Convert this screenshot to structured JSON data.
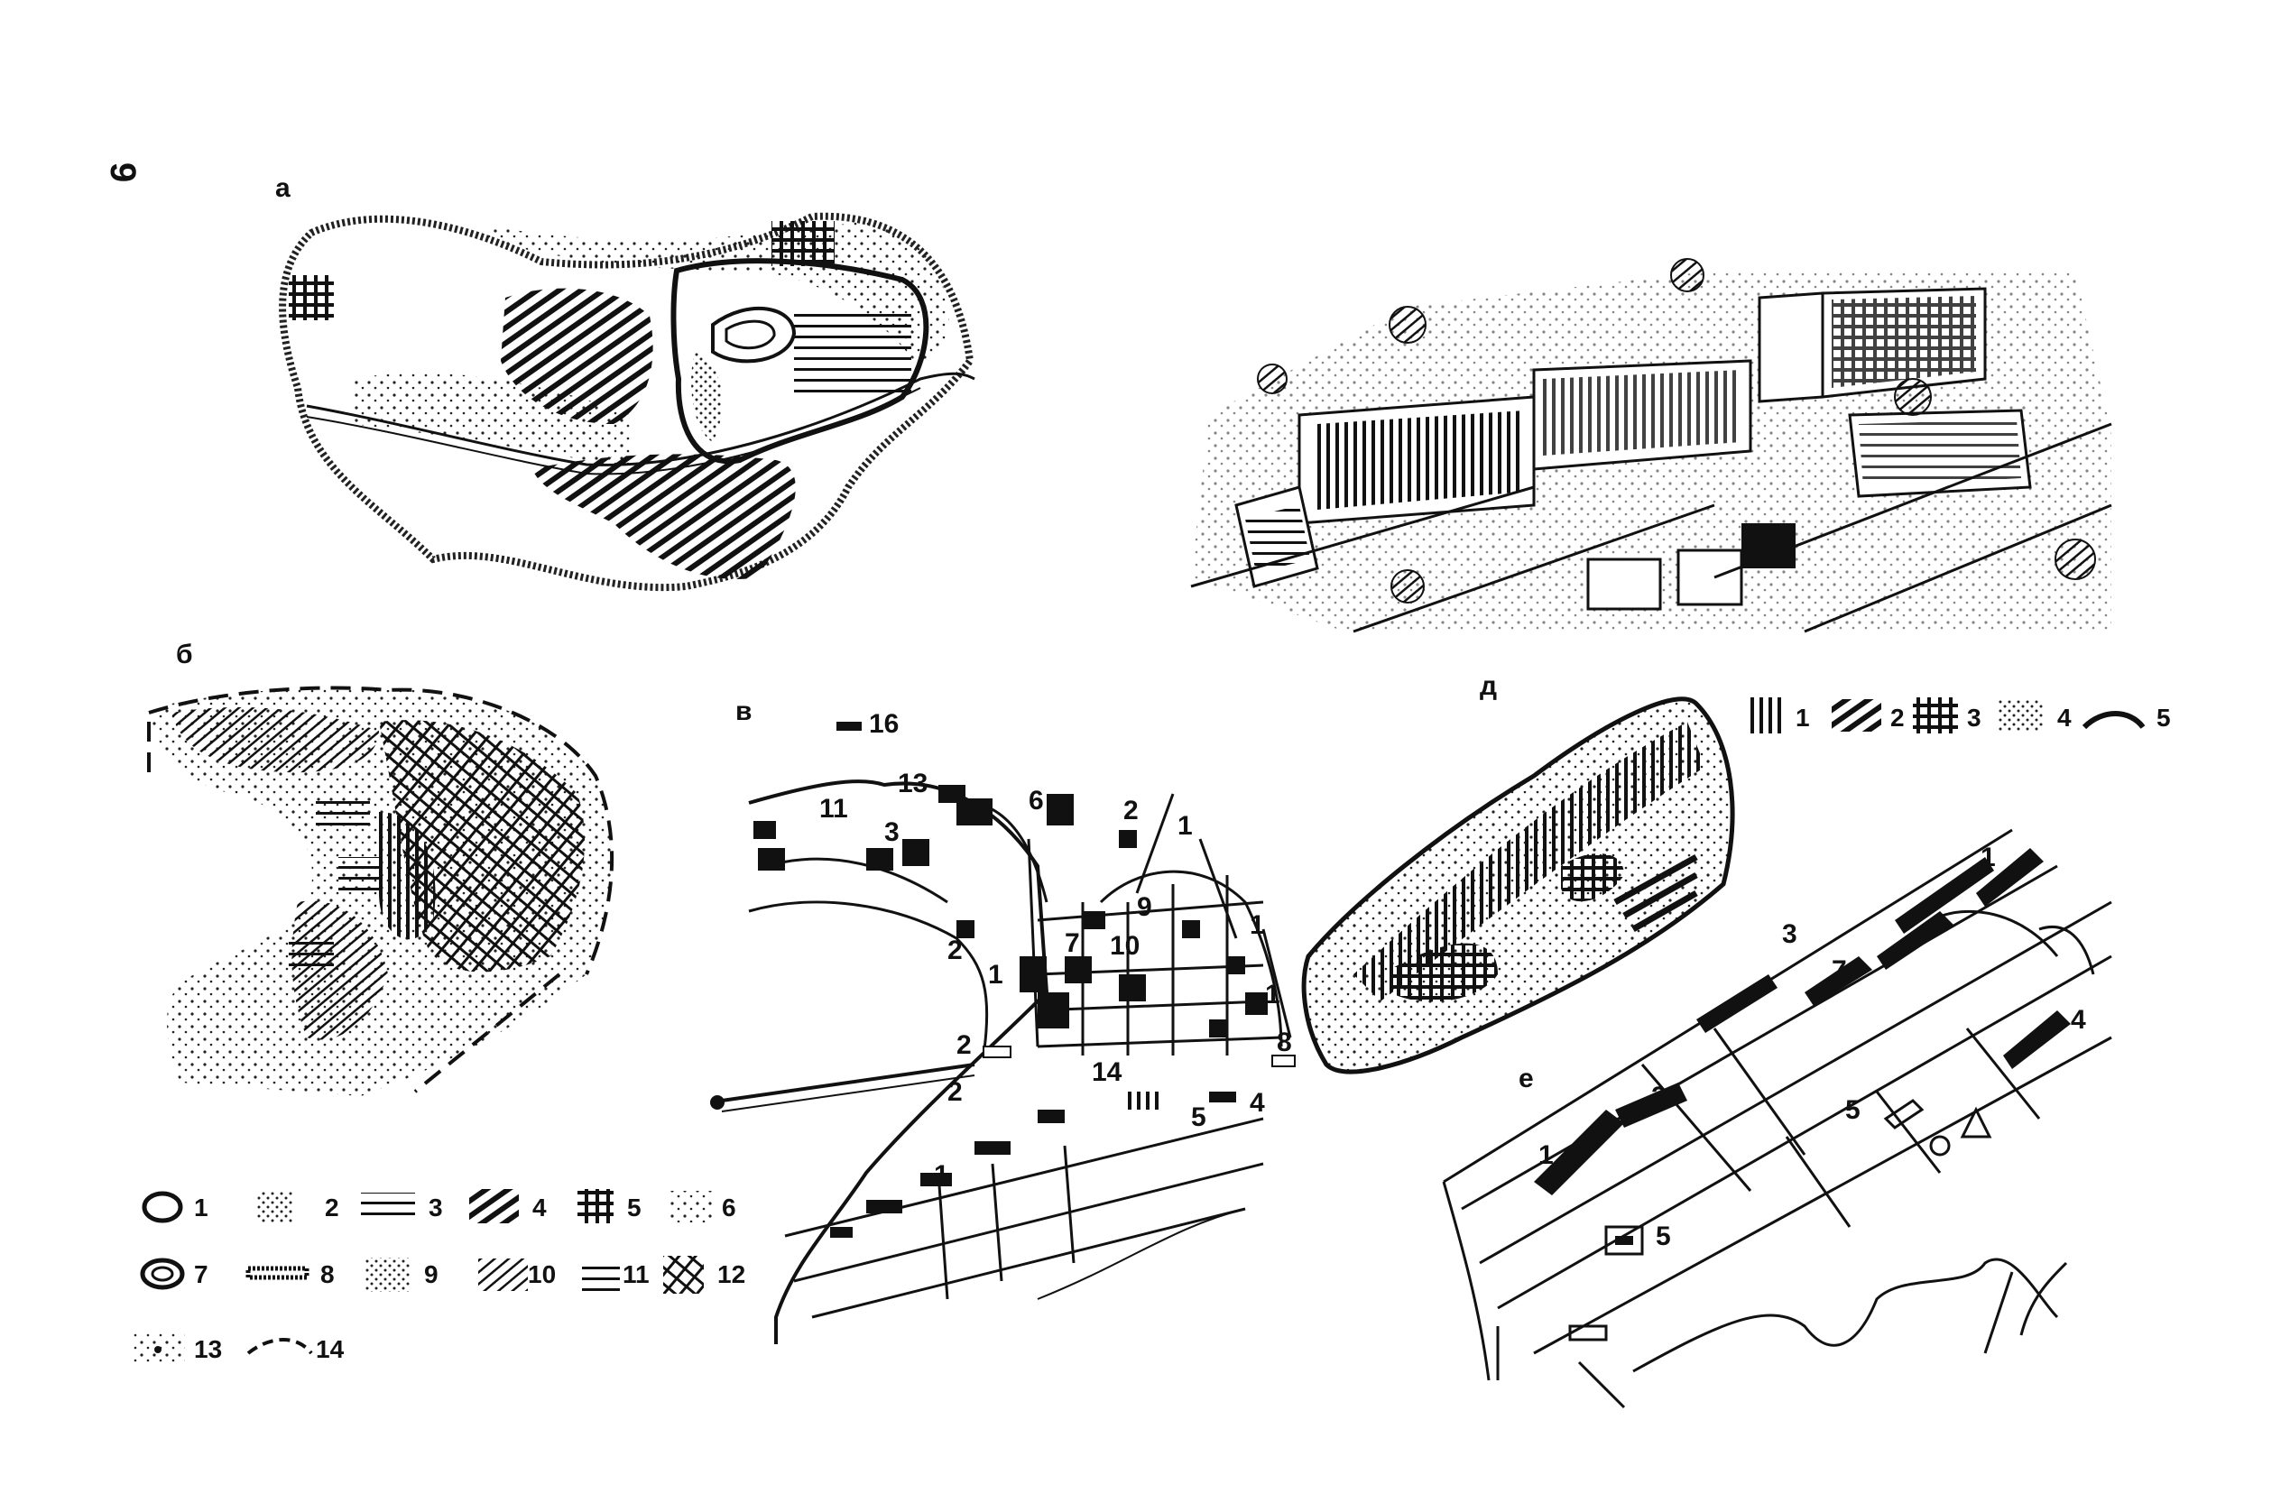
{
  "figure_number": "9",
  "panels": {
    "a": {
      "label": "а"
    },
    "b": {
      "label": "б"
    },
    "v": {
      "label": "в"
    },
    "d": {
      "label": "д"
    },
    "e": {
      "label": "е"
    }
  },
  "legend_main": [
    "1",
    "2",
    "3",
    "4",
    "5",
    "6",
    "7",
    "8",
    "9",
    "10",
    "11",
    "12",
    "13",
    "14"
  ],
  "legend_d": [
    "1",
    "2",
    "3",
    "4",
    "5"
  ],
  "map_v_labels": [
    "16",
    "13",
    "11",
    "3",
    "6",
    "2",
    "1",
    "9",
    "7",
    "10",
    "2",
    "1",
    "1",
    "2",
    "2",
    "14",
    "5",
    "4",
    "8",
    "1",
    "1"
  ],
  "map_e_labels": [
    "1",
    "3",
    "7",
    "2",
    "1",
    "4",
    "5",
    "5"
  ]
}
